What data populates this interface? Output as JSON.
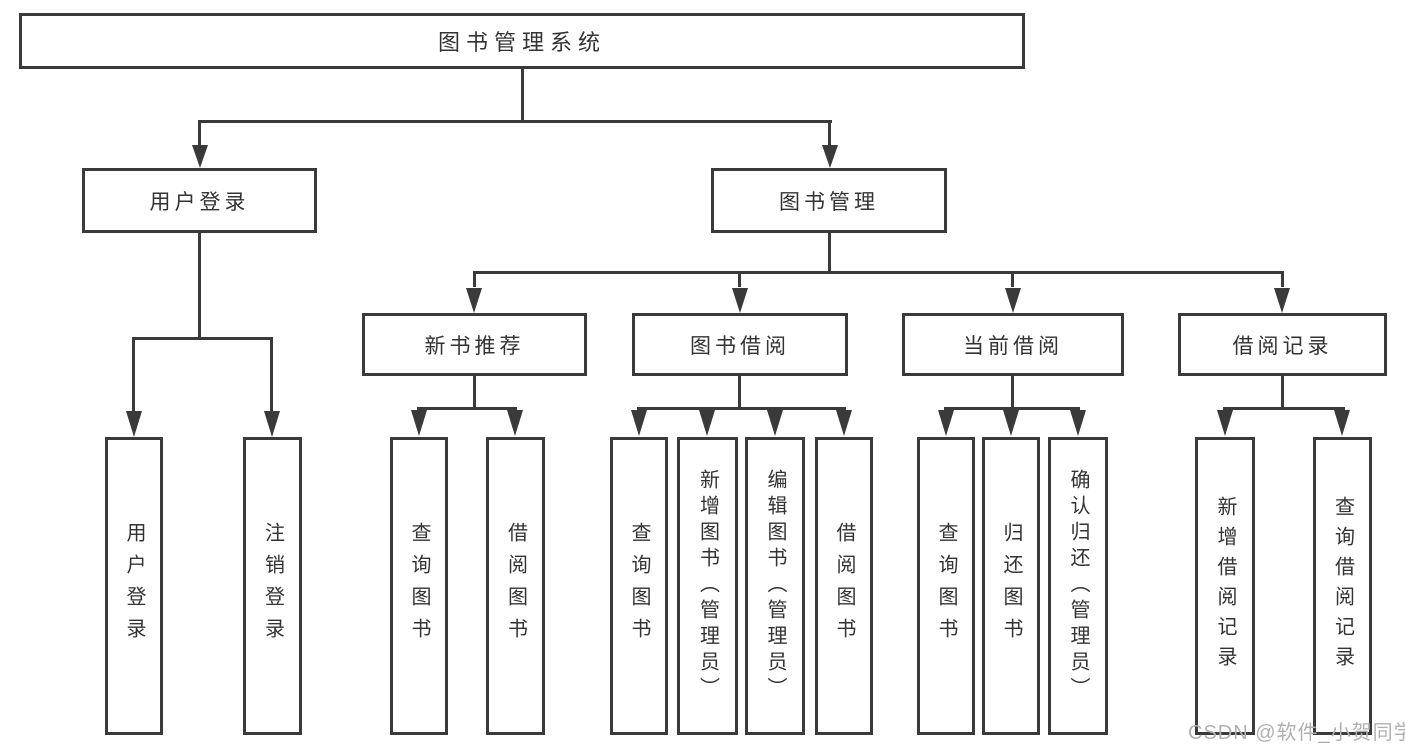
{
  "colors": {
    "line": "#3a3a3a",
    "text": "#333333",
    "background": "#ffffff",
    "watermark_text_color": "#b0b0b0"
  },
  "watermark": "CSDN @软件_小贺同学",
  "tree": {
    "root": {
      "label": "图书管理系统"
    },
    "branches": [
      {
        "label": "用户登录",
        "children": [
          {
            "label": "用户登录"
          },
          {
            "label": "注销登录"
          }
        ]
      },
      {
        "label": "图书管理",
        "children": [
          {
            "label": "新书推荐",
            "children": [
              {
                "label": "查询图书"
              },
              {
                "label": "借阅图书"
              }
            ]
          },
          {
            "label": "图书借阅",
            "children": [
              {
                "label": "查询图书"
              },
              {
                "label": "新增图书（管理员）"
              },
              {
                "label": "编辑图书（管理员）"
              },
              {
                "label": "借阅图书"
              }
            ]
          },
          {
            "label": "当前借阅",
            "children": [
              {
                "label": "查询图书"
              },
              {
                "label": "归还图书"
              },
              {
                "label": "确认归还（管理员）"
              }
            ]
          },
          {
            "label": "借阅记录",
            "children": [
              {
                "label": "新增借阅记录"
              },
              {
                "label": "查询借阅记录"
              }
            ]
          }
        ]
      }
    ]
  }
}
